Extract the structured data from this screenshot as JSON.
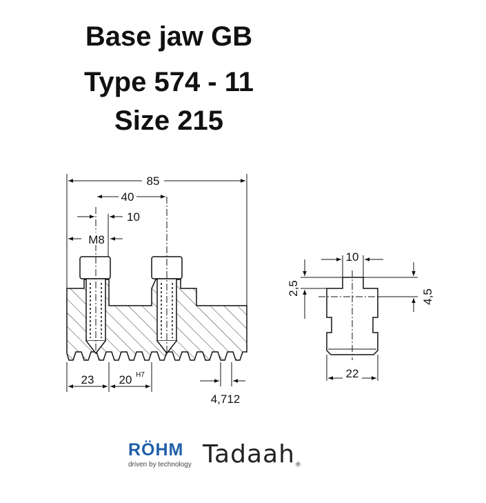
{
  "title": {
    "line1": "Base jaw GB",
    "line2": "Type 574 - 11",
    "line3": "Size 215"
  },
  "dimensions": {
    "overall_length": "85",
    "bolt_spacing": "40",
    "bolt_offset": "10",
    "thread": "M8",
    "end_distance": "23",
    "keyway_width": "20",
    "keyway_tolerance": "H7",
    "tooth_pitch": "4,712",
    "top_width": "10",
    "tenon_height_left": "2,5",
    "tenon_height_right": "4,5",
    "base_width": "22"
  },
  "logos": {
    "rohm_name": "RÖHM",
    "rohm_tagline": "driven by technology",
    "tadaah": "Tadaah",
    "registered": "®"
  },
  "colors": {
    "rohm_blue": "#1f5fa8",
    "line": "#111111"
  }
}
